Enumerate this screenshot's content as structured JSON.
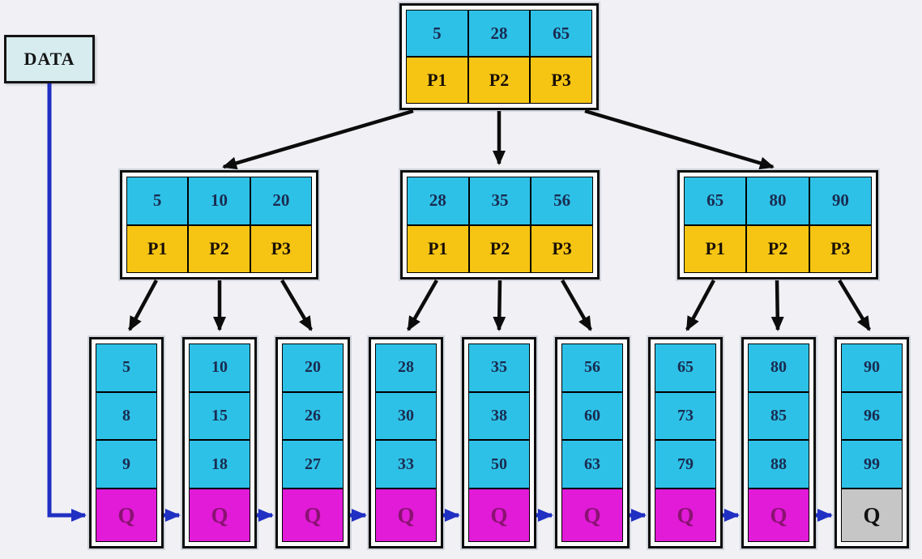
{
  "data_box": {
    "label": "DATA"
  },
  "root_node": {
    "keys": [
      "5",
      "28",
      "65"
    ],
    "pointers": [
      "P1",
      "P2",
      "P3"
    ]
  },
  "internal_nodes": [
    {
      "keys": [
        "5",
        "10",
        "20"
      ],
      "pointers": [
        "P1",
        "P2",
        "P3"
      ]
    },
    {
      "keys": [
        "28",
        "35",
        "56"
      ],
      "pointers": [
        "P1",
        "P2",
        "P3"
      ]
    },
    {
      "keys": [
        "65",
        "80",
        "90"
      ],
      "pointers": [
        "P1",
        "P2",
        "P3"
      ]
    }
  ],
  "leaf_nodes": [
    {
      "values": [
        "5",
        "8",
        "9"
      ],
      "pointer_label": "Q",
      "is_end": false
    },
    {
      "values": [
        "10",
        "15",
        "18"
      ],
      "pointer_label": "Q",
      "is_end": false
    },
    {
      "values": [
        "20",
        "26",
        "27"
      ],
      "pointer_label": "Q",
      "is_end": false
    },
    {
      "values": [
        "28",
        "30",
        "33"
      ],
      "pointer_label": "Q",
      "is_end": false
    },
    {
      "values": [
        "35",
        "38",
        "50"
      ],
      "pointer_label": "Q",
      "is_end": false
    },
    {
      "values": [
        "56",
        "60",
        "63"
      ],
      "pointer_label": "Q",
      "is_end": false
    },
    {
      "values": [
        "65",
        "73",
        "79"
      ],
      "pointer_label": "Q",
      "is_end": false
    },
    {
      "values": [
        "80",
        "85",
        "88"
      ],
      "pointer_label": "Q",
      "is_end": false
    },
    {
      "values": [
        "90",
        "96",
        "99"
      ],
      "pointer_label": "Q",
      "is_end": true
    }
  ],
  "colors": {
    "key_cell_bg": "#2ec1e7",
    "pointer_cell_bg": "#f6c513",
    "leaf_chain_cell_bg": "#e11bd7",
    "leaf_chain_end_cell_bg": "#c6c6c6",
    "data_box_bg": "#d7ecef",
    "tree_arrow": "#0c0c0c",
    "chain_arrow": "#2030c2",
    "key_text": "#1a2b50",
    "chain_text": "#8a1272"
  }
}
